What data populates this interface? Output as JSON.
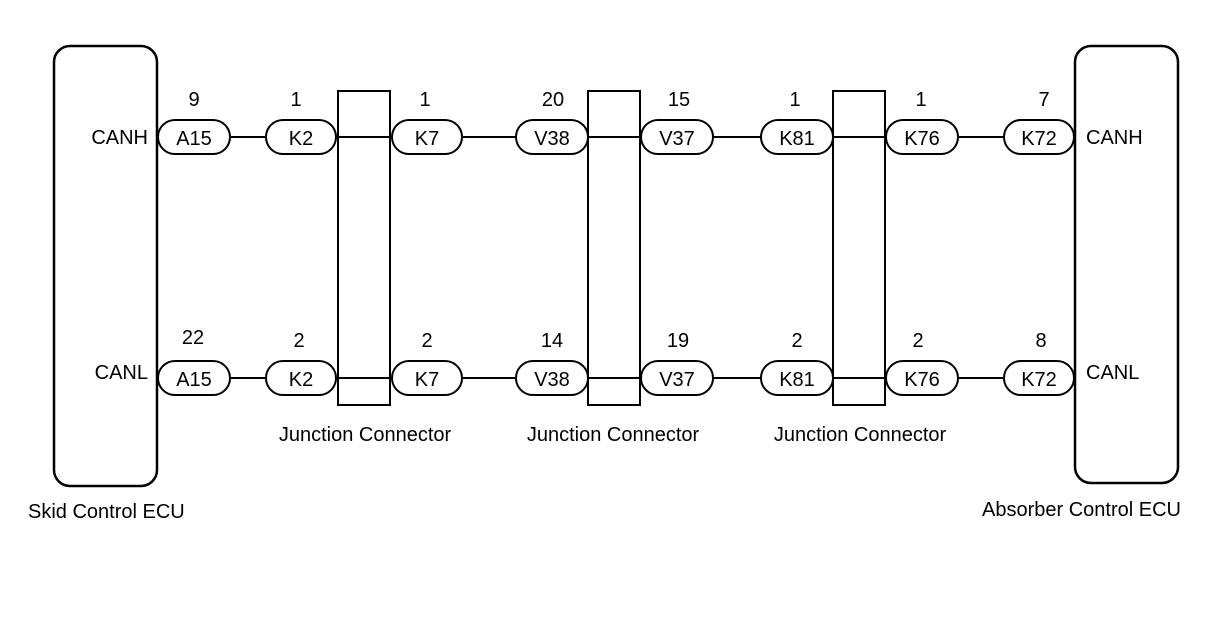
{
  "ecus": {
    "left": {
      "name": "Skid Control ECU",
      "canh": "CANH",
      "canl": "CANL"
    },
    "right": {
      "name": "Absorber Control ECU",
      "canh": "CANH",
      "canl": "CANL"
    }
  },
  "junctions": [
    {
      "label": "Junction Connector"
    },
    {
      "label": "Junction Connector"
    },
    {
      "label": "Junction Connector"
    }
  ],
  "canh": {
    "connectors": [
      {
        "code": "A15",
        "pin": "9"
      },
      {
        "code": "K2",
        "pin": "1"
      },
      {
        "code": "K7",
        "pin": "1"
      },
      {
        "code": "V38",
        "pin": "20"
      },
      {
        "code": "V37",
        "pin": "15"
      },
      {
        "code": "K81",
        "pin": "1"
      },
      {
        "code": "K76",
        "pin": "1"
      },
      {
        "code": "K72",
        "pin": "7"
      }
    ]
  },
  "canl": {
    "connectors": [
      {
        "code": "A15",
        "pin": "22"
      },
      {
        "code": "K2",
        "pin": "2"
      },
      {
        "code": "K7",
        "pin": "2"
      },
      {
        "code": "V38",
        "pin": "14"
      },
      {
        "code": "V37",
        "pin": "19"
      },
      {
        "code": "K81",
        "pin": "2"
      },
      {
        "code": "K76",
        "pin": "2"
      },
      {
        "code": "K72",
        "pin": "8"
      }
    ]
  }
}
